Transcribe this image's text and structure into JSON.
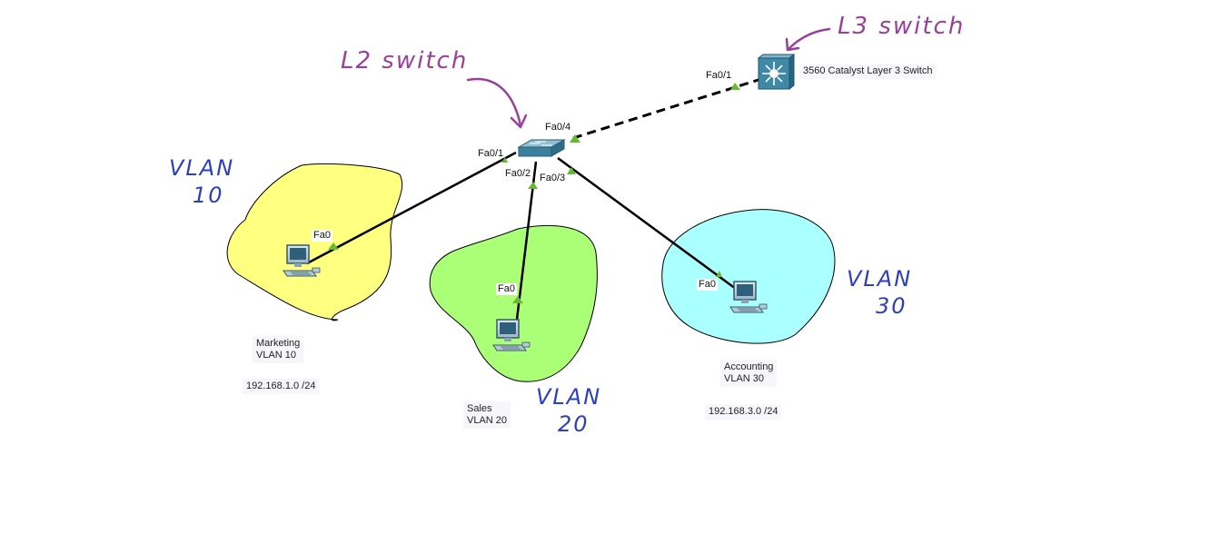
{
  "annotations": {
    "l2_switch": "L2 switch",
    "l3_switch": "L3 switch",
    "vlan10": [
      "VLAN",
      "10"
    ],
    "vlan20": [
      "VLAN",
      "20"
    ],
    "vlan30": [
      "VLAN",
      "30"
    ]
  },
  "devices": {
    "l3_switch_label": "3560 Catalyst Layer 3 Switch"
  },
  "ports": {
    "l3_fa0_1": "Fa0/1",
    "l2_fa0_4": "Fa0/4",
    "l2_fa0_1": "Fa0/1",
    "l2_fa0_2": "Fa0/2",
    "l2_fa0_3": "Fa0/3",
    "pc_marketing_fa0": "Fa0",
    "pc_sales_fa0": "Fa0",
    "pc_accounting_fa0": "Fa0"
  },
  "segments": {
    "marketing": {
      "name": "Marketing",
      "vlan": "VLAN 10",
      "subnet": "192.168.1.0 /24"
    },
    "sales": {
      "name": "Sales",
      "vlan": "VLAN 20"
    },
    "accounting": {
      "name": "Accounting",
      "vlan": "VLAN 30",
      "subnet": "192.168.3.0 /24"
    }
  },
  "colors": {
    "marketing_zone": "#ffff80",
    "sales_zone": "#aaff77",
    "accounting_zone": "#aaffff",
    "link_up": "#66bb33",
    "annotation_purple": "#9a3f9b",
    "annotation_blue": "#2c3fbd"
  }
}
